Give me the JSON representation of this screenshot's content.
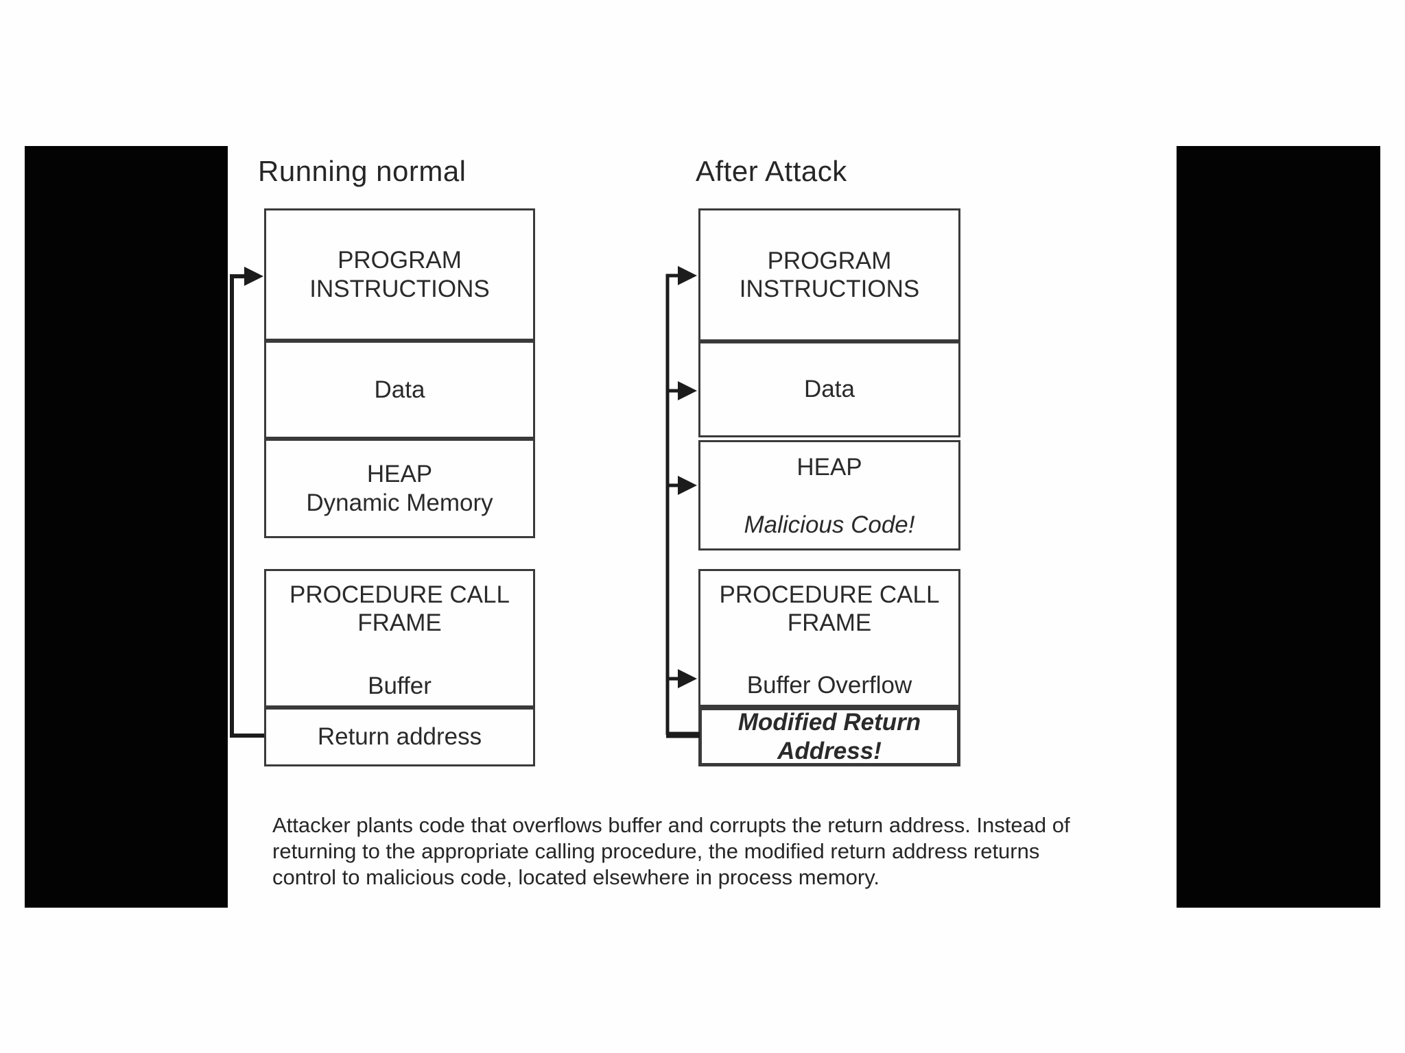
{
  "colors": {
    "letterbox": "#030303",
    "background": "#fefefe",
    "text": "#2a2a2a",
    "box_border": "#3a3a3a",
    "arrow": "#1c1c1c"
  },
  "diagram_normal": {
    "title": "Running normal",
    "program_box_line1": "PROGRAM",
    "program_box_line2": "INSTRUCTIONS",
    "data_box": "Data",
    "heap_box_line1": "HEAP",
    "heap_box_line2": "Dynamic Memory",
    "frame_box_line1": "PROCEDURE CALL",
    "frame_box_line2": "FRAME",
    "frame_box_line3": "Buffer",
    "return_box": "Return address"
  },
  "diagram_attack": {
    "title": "After Attack",
    "program_box_line1": "PROGRAM",
    "program_box_line2": "INSTRUCTIONS",
    "data_box": "Data",
    "heap_box_line1": "HEAP",
    "heap_box_line2": "Malicious Code!",
    "frame_box_line1": "PROCEDURE CALL",
    "frame_box_line2": "FRAME",
    "frame_box_line3": "Buffer Overflow",
    "return_box_line1": "Modified Return",
    "return_box_line2": "Address!"
  },
  "caption": {
    "line1": "Attacker plants code that overflows buffer and corrupts the return address. Instead of",
    "line2": "returning to the appropriate calling procedure, the modified return address returns",
    "line3": "control to malicious code, located elsewhere in process memory."
  }
}
